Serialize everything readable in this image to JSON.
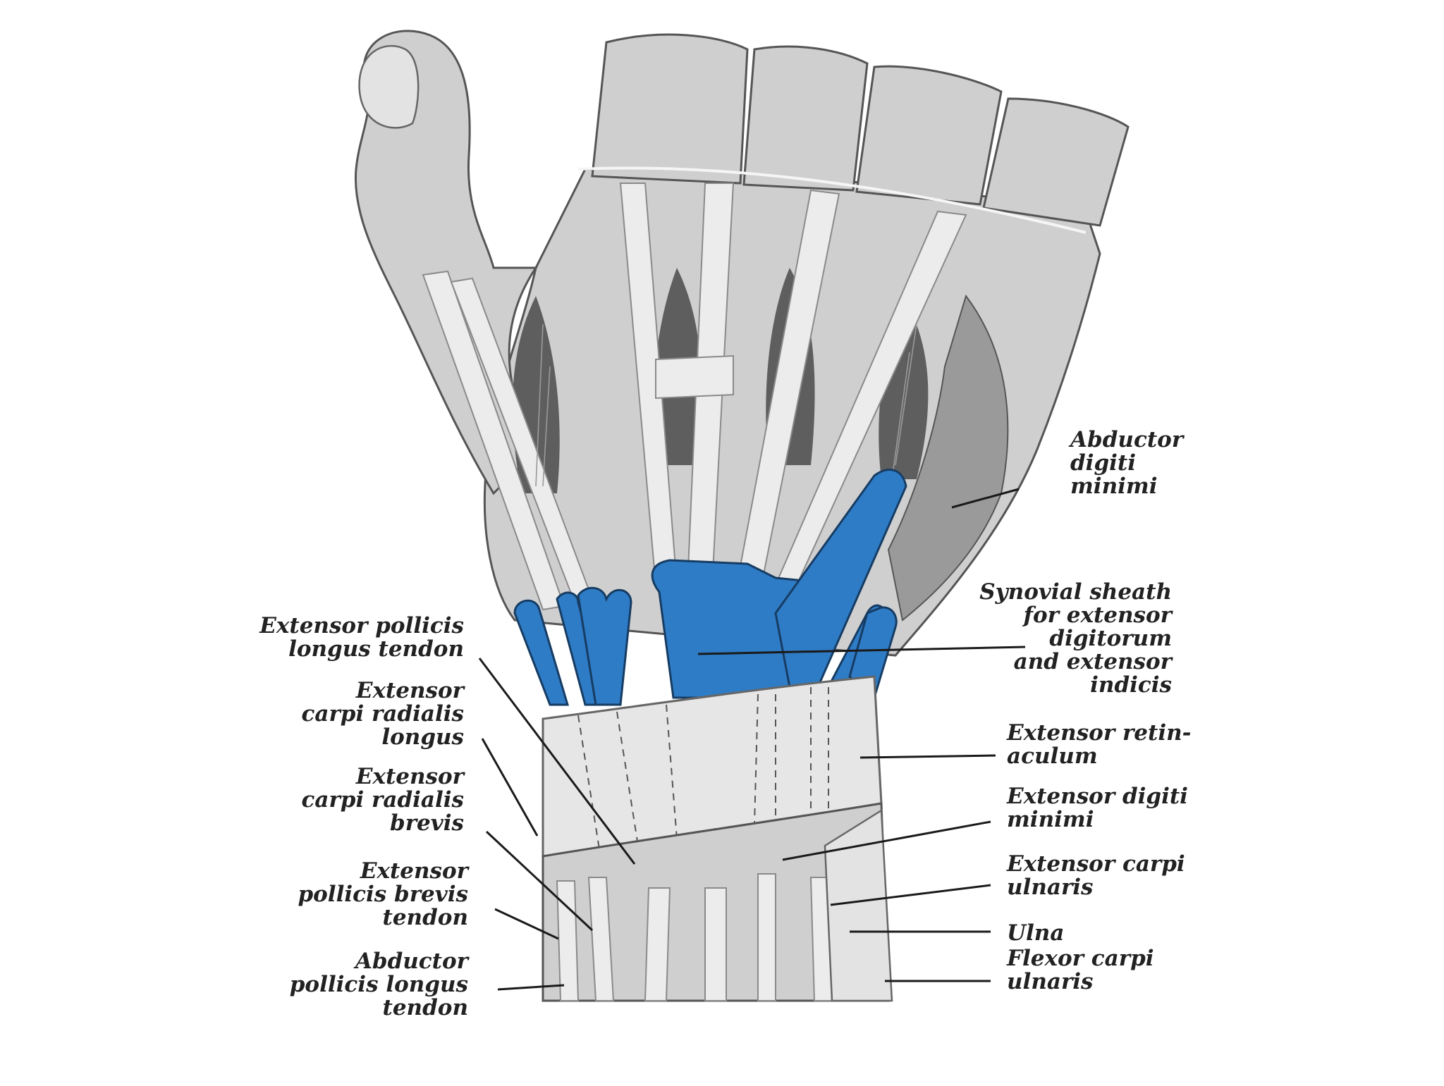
{
  "labels": {
    "abductor_digiti_minimi": [
      "Abductor",
      "digiti",
      "minimi"
    ],
    "synovial_sheath": [
      "Synovial sheath",
      "for extensor",
      "digitorum",
      "and extensor",
      "indicis"
    ],
    "extensor_retinaculum": [
      "Extensor retin-",
      "aculum"
    ],
    "extensor_digiti_minimi": [
      "Extensor digiti",
      "minimi"
    ],
    "extensor_carpi_ulnaris": [
      "Extensor carpi",
      "ulnaris"
    ],
    "ulna": [
      "Ulna"
    ],
    "flexor_carpi_ulnaris": [
      "Flexor carpi",
      "ulnaris"
    ],
    "extensor_pollicis_longus": [
      "Extensor pollicis",
      "longus tendon"
    ],
    "extensor_carpi_radialis_longus": [
      "Extensor",
      "carpi radialis",
      "longus"
    ],
    "extensor_carpi_radialis_brevis": [
      "Extensor",
      "carpi radialis",
      "brevis"
    ],
    "extensor_pollicis_brevis": [
      "Extensor",
      "pollicis brevis",
      "tendon"
    ],
    "abductor_pollicis_longus": [
      "Abductor",
      "pollicis longus",
      "tendon"
    ]
  },
  "colors": {
    "synovial_sheath": "#2f7cc6",
    "ink": "#222222"
  }
}
